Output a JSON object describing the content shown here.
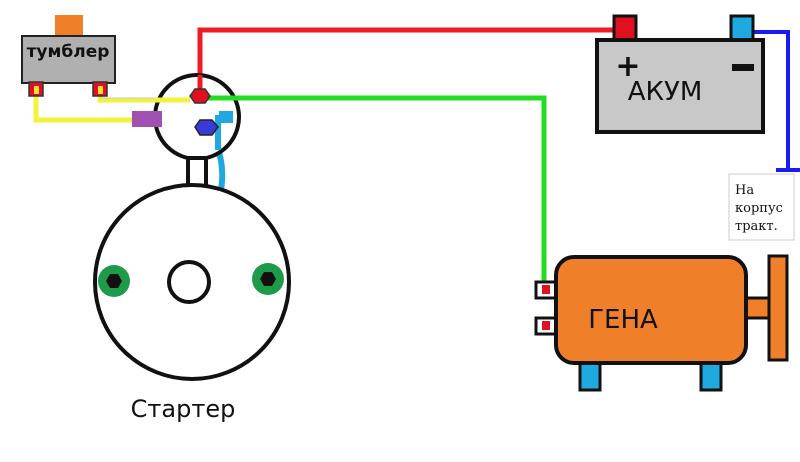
{
  "labels": {
    "switch": "тумблер",
    "battery": "АКУМ",
    "generator": "ГЕНА",
    "starter": "Стартер",
    "ground_note": [
      "На",
      "корпус",
      "тракт."
    ]
  },
  "battery_terminals": {
    "positive": "+",
    "negative": "−"
  },
  "colors": {
    "wire_red": "#ed1c24",
    "wire_green": "#22dd22",
    "wire_yellow": "#f2f23a",
    "wire_blue": "#1a1af2",
    "wire_cyan": "#1fa9e0",
    "switch_body": "#b0b0b0",
    "switch_cap": "#f07f2a",
    "battery_body": "#c8c8c8",
    "generator_body": "#f07f2a",
    "terminal_green": "#1d9a4a",
    "terminal_red": "#e01020",
    "terminal_purple": "#a050b0",
    "terminal_blue": "#3a3ad8"
  }
}
